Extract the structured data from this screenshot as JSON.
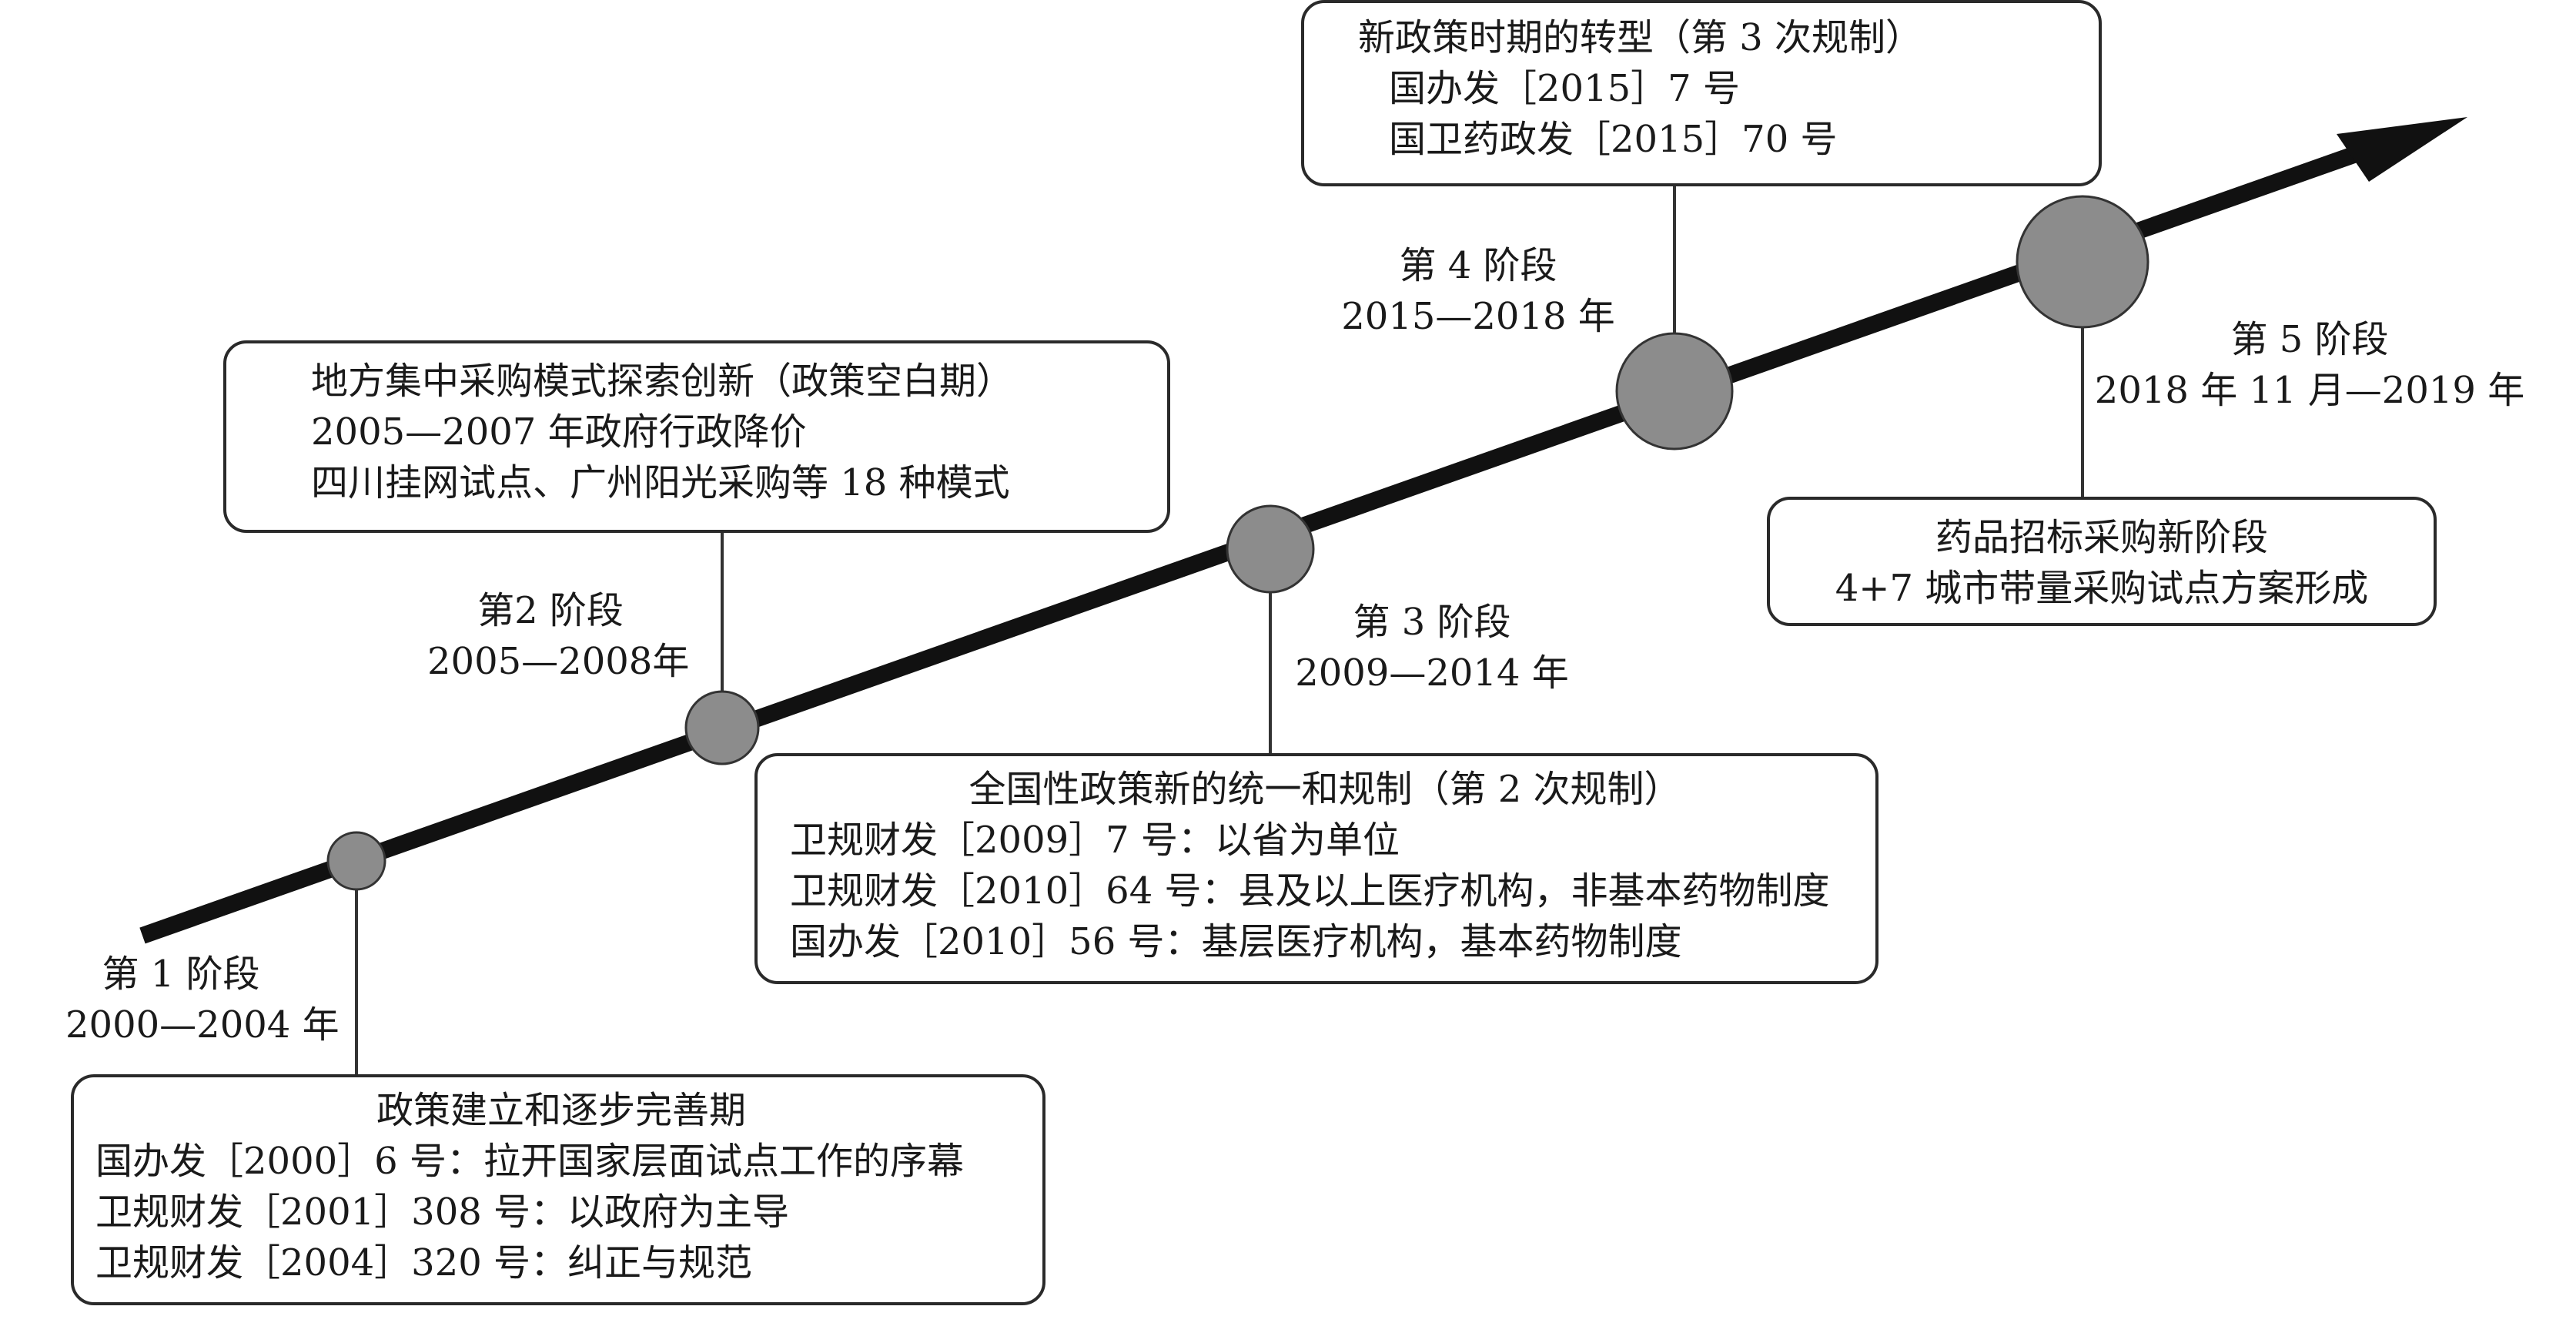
{
  "colors": {
    "arrow": "#111111",
    "node_fill": "#8c8c8c",
    "node_stroke": "#333333",
    "connector": "#333333",
    "box_border": "#2a2a2a"
  },
  "stages": [
    {
      "name": "第 1 阶段",
      "period": "2000—2004 年"
    },
    {
      "name": "第2 阶段",
      "period": "2005—2008年"
    },
    {
      "name": "第 3 阶段",
      "period": "2009—2014 年"
    },
    {
      "name": "第 4 阶段",
      "period": "2015—2018 年"
    },
    {
      "name": "第 5 阶段",
      "period": "2018 年 11 月—2019 年"
    }
  ],
  "boxes": [
    {
      "title": "政策建立和逐步完善期",
      "lines": [
        "国办发［2000］6 号：拉开国家层面试点工作的序幕",
        "卫规财发［2001］308 号：以政府为主导",
        "卫规财发［2004］320 号：纠正与规范"
      ]
    },
    {
      "title": "地方集中采购模式探索创新（政策空白期）",
      "lines": [
        "2005—2007 年政府行政降价",
        "四川挂网试点、广州阳光采购等 18 种模式"
      ]
    },
    {
      "title": "全国性政策新的统一和规制（第 2 次规制）",
      "lines": [
        "卫规财发［2009］7 号：以省为单位",
        "卫规财发［2010］64 号：县及以上医疗机构，非基本药物制度",
        "国办发［2010］56 号：基层医疗机构，基本药物制度"
      ]
    },
    {
      "title": "新政策时期的转型（第 3 次规制）",
      "lines": [
        "国办发［2015］7 号",
        "国卫药政发［2015］70 号"
      ]
    },
    {
      "title": "药品招标采购新阶段",
      "lines": [
        "4+7 城市带量采购试点方案形成"
      ]
    }
  ]
}
